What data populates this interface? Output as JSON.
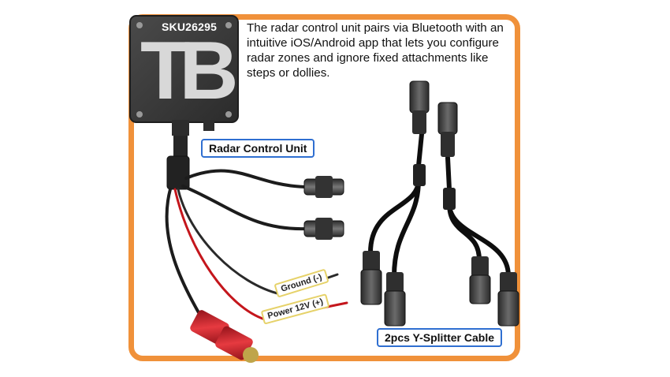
{
  "product": {
    "sku": "SKU26295",
    "logo_text": "TB"
  },
  "description": "The radar control unit pairs via Bluetooth with an intuitive iOS/Android app that lets you configure radar zones and ignore fixed attachments like steps or dollies.",
  "labels": {
    "radar_control_unit": "Radar Control Unit",
    "y_splitter": "2pcs Y-Splitter Cable",
    "ground": "Ground (-)",
    "power": "Power 12V (+)"
  },
  "colors": {
    "frame_orange": "#f0913a",
    "label_border_blue": "#2f6fd1",
    "box_dark": "#3a3a3a",
    "red_wire": "#c4161c",
    "connector_red": "#d3202a"
  }
}
